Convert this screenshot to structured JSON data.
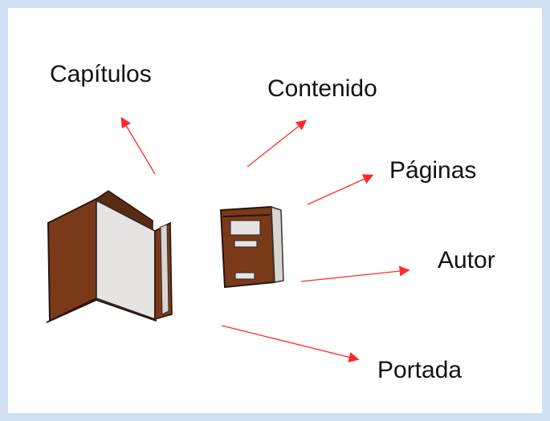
{
  "labels": {
    "capitulos": "Capítulos",
    "contenido": "Contenido",
    "paginas": "Páginas",
    "autor": "Autor",
    "portada": "Portada"
  },
  "colors": {
    "frame": "#cfe0f3",
    "arrow": "#ff2a2a",
    "cover_brown": "#7a3a1a",
    "page_gray": "#e6e4e2"
  }
}
